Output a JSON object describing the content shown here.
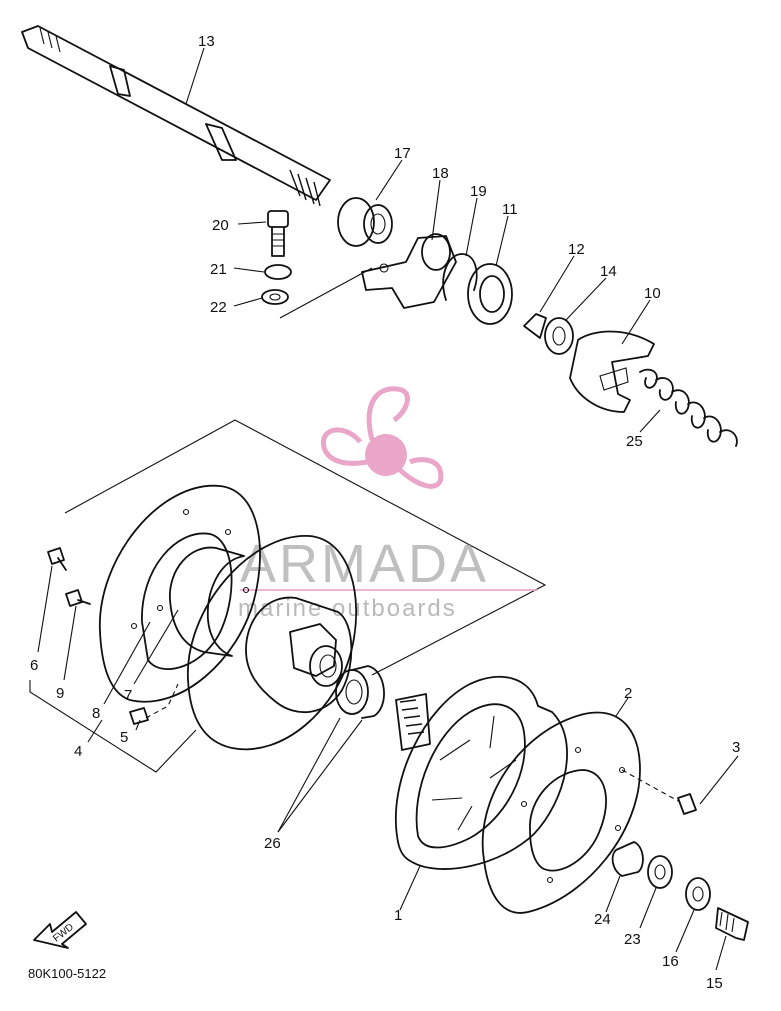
{
  "diagram": {
    "drawing_code": "80K100-5122",
    "fwd_label": "FWD",
    "part_numbers": [
      "1",
      "2",
      "3",
      "4",
      "5",
      "6",
      "7",
      "8",
      "9",
      "10",
      "11",
      "12",
      "13",
      "14",
      "15",
      "16",
      "17",
      "18",
      "19",
      "20",
      "21",
      "22",
      "23",
      "24",
      "25",
      "26"
    ]
  },
  "watermark": {
    "brand": "ARMADA",
    "tagline": "marine outboards",
    "logo": "propeller-logo",
    "colors": {
      "logo": "#e9a6c9",
      "text": "#8c8c8c"
    }
  }
}
